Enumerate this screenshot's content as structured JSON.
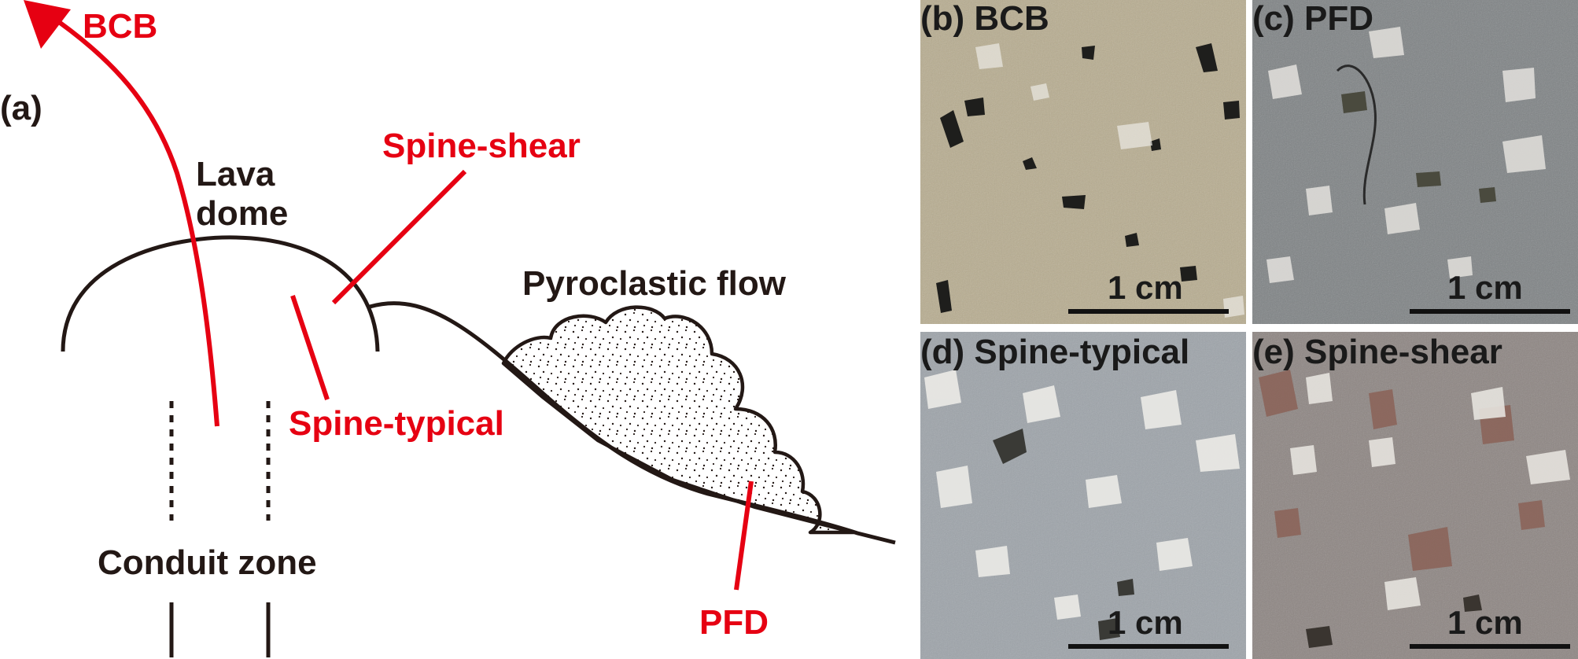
{
  "schematic": {
    "panel_label": "(a)",
    "bcb_arrow_label": "BCB",
    "lava_dome_line1": "Lava",
    "lava_dome_line2": "dome",
    "spine_shear_label": "Spine-shear",
    "spine_typical_label": "Spine-typical",
    "pyroclastic_flow_label": "Pyroclastic flow",
    "pfd_label": "PFD",
    "conduit_zone_label": "Conduit zone"
  },
  "photos": [
    {
      "label": "(b) BCB",
      "scale_bar": "1 cm",
      "base_color": "#b8ad90"
    },
    {
      "label": "(c) PFD",
      "scale_bar": "1 cm",
      "base_color": "#7f8385"
    },
    {
      "label": "(d) Spine-typical",
      "scale_bar": "1 cm",
      "base_color": "#9ea4aa"
    },
    {
      "label": "(e) Spine-shear",
      "scale_bar": "1 cm",
      "base_color": "#8e8683"
    }
  ],
  "colors": {
    "red": "#e60012",
    "black": "#231815"
  }
}
